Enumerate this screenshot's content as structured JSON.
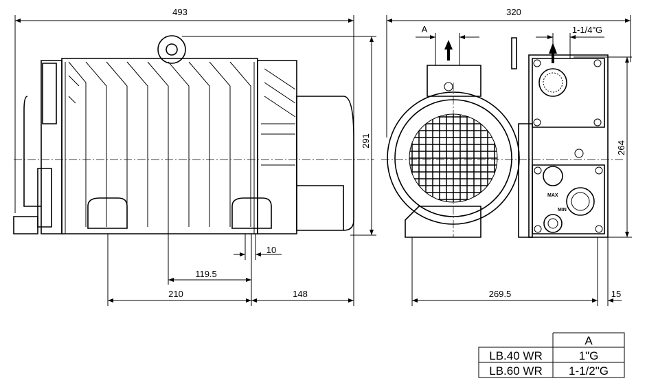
{
  "dimensions": {
    "overall_length": "493",
    "overall_width": "320",
    "inlet_label": "A",
    "outlet_thread": "1-1/4\"G",
    "height_left": "291",
    "height_right": "264",
    "foot_width": "10",
    "foot_spacing_inner": "119.5",
    "foot_spacing": "210",
    "motor_overhang": "148",
    "mount_width": "269.5",
    "right_offset": "15"
  },
  "oil_labels": {
    "max": "MAX",
    "min": "MIN"
  },
  "table": {
    "header": [
      "",
      "A"
    ],
    "rows": [
      {
        "model": "LB.40 WR",
        "a": "1\"G"
      },
      {
        "model": "LB.60 WR",
        "a": "1-1/2\"G"
      }
    ]
  }
}
